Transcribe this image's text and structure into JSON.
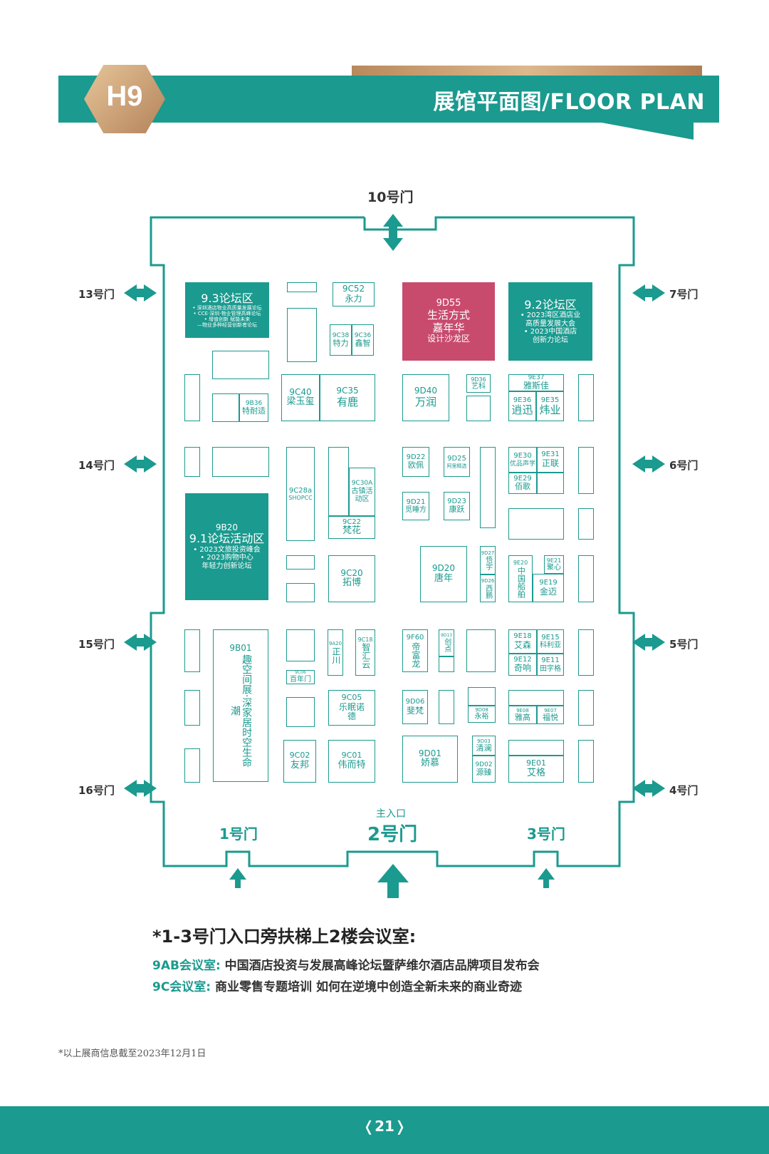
{
  "header": {
    "hall": "H9",
    "title": "展馆平面图/FLOOR PLAN"
  },
  "gates": {
    "g10": "10号门",
    "g13": "13号门",
    "g14": "14号门",
    "g15": "15号门",
    "g16": "16号门",
    "g7": "7号门",
    "g6": "6号门",
    "g5": "5号门",
    "g4": "4号门",
    "g1": "1号门",
    "g2": "2号门",
    "g3": "3号门",
    "main_entrance": "主入口"
  },
  "zones": {
    "f93": {
      "title": "9.3论坛区",
      "items": [
        "• 深圳酒店物业高质量发展论坛",
        "• CCE·深圳·物业管理高峰论坛",
        "• 增值创新 赋能未来",
        "—物业多种经营创新者论坛"
      ]
    },
    "d55": {
      "code": "9D55",
      "lines": [
        "生活方式",
        "嘉年华",
        "设计沙龙区"
      ]
    },
    "f92": {
      "title": "9.2论坛区",
      "items": [
        "• 2023湾区酒店业",
        "高质量发展大会",
        "• 2023中国酒店",
        "创新力论坛"
      ]
    },
    "f91": {
      "code": "9B20",
      "title": "9.1论坛活动区",
      "items": [
        "• 2023文旅投资峰会",
        "• 2023购物中心",
        "年轻力创新论坛"
      ]
    }
  },
  "booths": {
    "c52": {
      "code": "9C52",
      "name": "永力"
    },
    "c38": {
      "code": "9C38",
      "name": "特力"
    },
    "c36": {
      "code": "9C36",
      "name": "鑫智"
    },
    "c40": {
      "code": "9C40",
      "name": "梁玉玺"
    },
    "c35": {
      "code": "9C35",
      "name": "有鹿"
    },
    "d40": {
      "code": "9D40",
      "name": "万润"
    },
    "d36": {
      "code": "9D36",
      "name": "艺科"
    },
    "e37": {
      "code": "9E37",
      "name": "雅斯佳"
    },
    "e36": {
      "code": "9E36",
      "name": "逍迅"
    },
    "e35": {
      "code": "9E35",
      "name": "炜业"
    },
    "b36": {
      "code": "9B36",
      "name": "特耐适"
    },
    "c28a": {
      "code": "9C28a",
      "name": "SHOPCC"
    },
    "c30a": {
      "code": "9C30A",
      "name": "古镇活动区"
    },
    "c22": {
      "code": "9C22",
      "name": "梵花"
    },
    "d22": {
      "code": "9D22",
      "name": "欧佩"
    },
    "d25": {
      "code": "9D25",
      "name": "阿里精选"
    },
    "d21": {
      "code": "9D21",
      "name": "觅睡方"
    },
    "d23": {
      "code": "9D23",
      "name": "康跃"
    },
    "e30": {
      "code": "9E30",
      "name": "优品声学"
    },
    "e31": {
      "code": "9E31",
      "name": "正联"
    },
    "e29": {
      "code": "9E29",
      "name": "佰歌"
    },
    "c20": {
      "code": "9C20",
      "name": "拓博"
    },
    "d20": {
      "code": "9D20",
      "name": "唐年"
    },
    "d27": {
      "code": "9D27",
      "name": "悟宇"
    },
    "d26": {
      "code": "9D26",
      "name": "西鹏"
    },
    "e20": {
      "code": "9E20",
      "name": "中国船舶"
    },
    "e21": {
      "code": "9E21",
      "name": "聚心"
    },
    "e19": {
      "code": "9E19",
      "name": "金迈"
    },
    "b01": {
      "code": "9B01",
      "name": "趣空间展·深家居时空生命潮"
    },
    "a20": {
      "code": "9A20",
      "name": "正川"
    },
    "c18": {
      "code": "9C18",
      "name": "智汇云"
    },
    "f60": {
      "code": "9F60",
      "name": "帝富龙"
    },
    "d13": {
      "code": "9D13",
      "name": "创点"
    },
    "e18": {
      "code": "9E18",
      "name": "艾森"
    },
    "e15": {
      "code": "9E15",
      "name": "科利亚"
    },
    "e12": {
      "code": "9E12",
      "name": "奇响"
    },
    "e11": {
      "code": "9E11",
      "name": "田字格"
    },
    "c06": {
      "code": "9C06",
      "name": "百年门"
    },
    "c05": {
      "code": "9C05",
      "name": "乐眠诺德"
    },
    "d06": {
      "code": "9D06",
      "name": "斐梵"
    },
    "d08": {
      "code": "9D08",
      "name": "永裕"
    },
    "e08": {
      "code": "9E08",
      "name": "雅高"
    },
    "e07": {
      "code": "9E07",
      "name": "福悦"
    },
    "c02": {
      "code": "9C02",
      "name": "友邦"
    },
    "c01": {
      "code": "9C01",
      "name": "伟而特"
    },
    "d01": {
      "code": "9D01",
      "name": "娇慕"
    },
    "d03": {
      "code": "9D03",
      "name": "清澜"
    },
    "d02": {
      "code": "9D02",
      "name": "源臻"
    },
    "e01": {
      "code": "9E01",
      "name": "艾格"
    }
  },
  "notes": {
    "heading": "*1-3号门入口旁扶梯上2楼会议室:",
    "line1_key": "9AB会议室:",
    "line1_text": "中国酒店投资与发展高峰论坛暨萨维尔酒店品牌项目发布会",
    "line2_key": "9C会议室:",
    "line2_text": "商业零售专题培训 如何在逆境中创造全新未来的商业奇迹"
  },
  "footnote": "*以上展商信息截至2023年12月1日",
  "page_number": "21",
  "colors": {
    "teal": "#1b9a8f",
    "pink": "#c84b6e",
    "gold": "#c89a6a"
  }
}
